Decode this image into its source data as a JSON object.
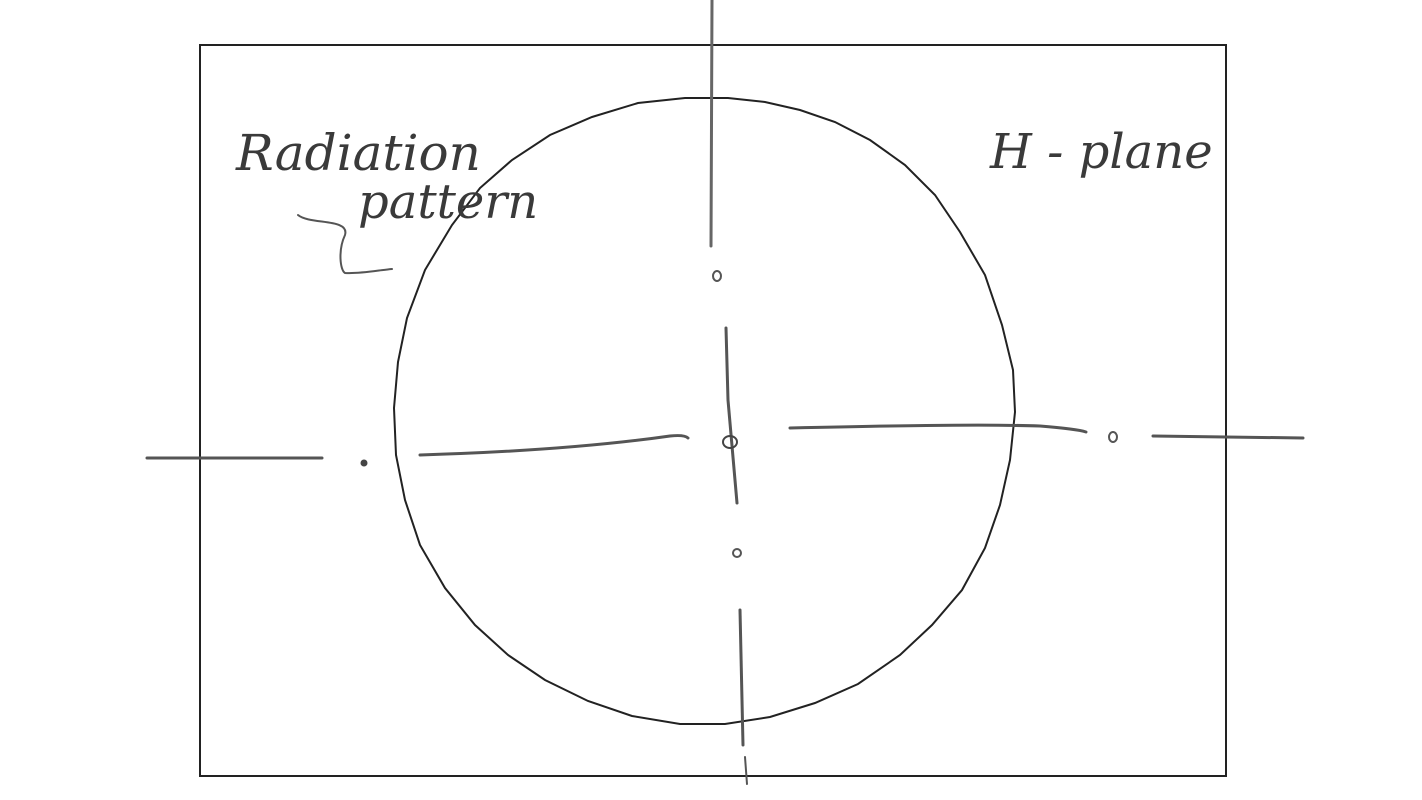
{
  "diagram": {
    "title_line1": "Radiation",
    "title_line2": "pattern",
    "plane_label": "H - plane"
  },
  "colors": {
    "ink": "#222222",
    "pencil": "#555555",
    "background": "#ffffff"
  }
}
